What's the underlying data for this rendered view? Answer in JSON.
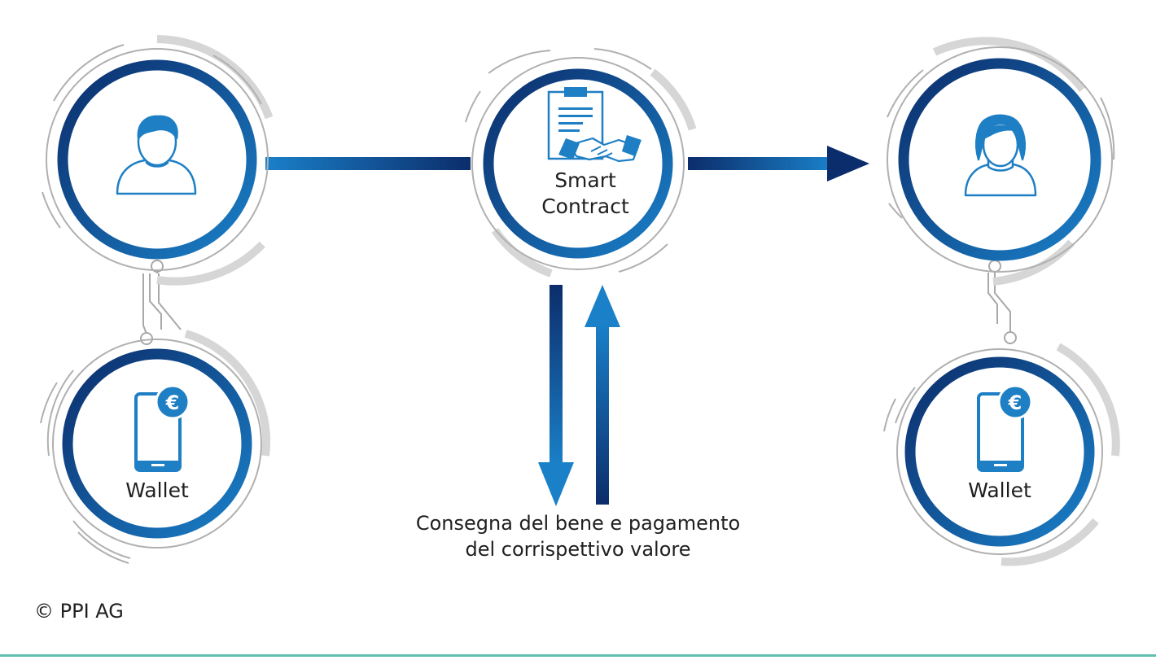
{
  "smart_contract": {
    "line1": "Smart",
    "line2": "Contract"
  },
  "wallet_left": {
    "label": "Wallet",
    "badge": "€"
  },
  "wallet_right": {
    "label": "Wallet",
    "badge": "€"
  },
  "caption": {
    "line1": "Consegna del bene e pagamento",
    "line2": "del corrispettivo valore"
  },
  "copyright": "© PPI AG",
  "icons": {
    "sender": "user-male-icon",
    "receiver": "user-female-icon",
    "contract": "contract-handshake-icon",
    "wallets": "smartphone-euro-icon"
  },
  "colors": {
    "dark_blue": "#0c2d6b",
    "mid_blue": "#1a74bf",
    "icon_blue": "#1e7fc4",
    "line_gray": "#a8a8a8",
    "arc_gray": "#d6d6d6",
    "rule_teal": "#5fbfb0"
  }
}
